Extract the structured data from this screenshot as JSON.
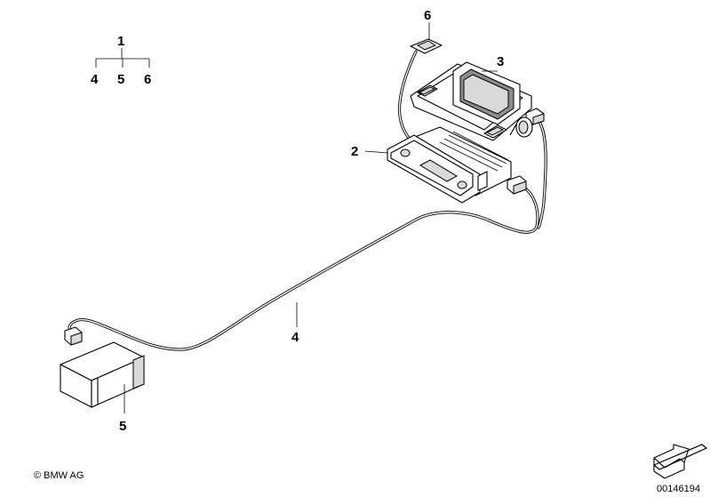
{
  "callouts": {
    "group_parent": "1",
    "group_child_a": "4",
    "group_child_b": "5",
    "group_child_c": "6",
    "part_2": "2",
    "part_3": "3",
    "part_4": "4",
    "part_5": "5",
    "part_6": "6"
  },
  "footer": {
    "copyright": "© BMW AG",
    "diagram_number": "00146194"
  },
  "icons": {
    "corner_arrow": "next-page-arrow-icon"
  }
}
